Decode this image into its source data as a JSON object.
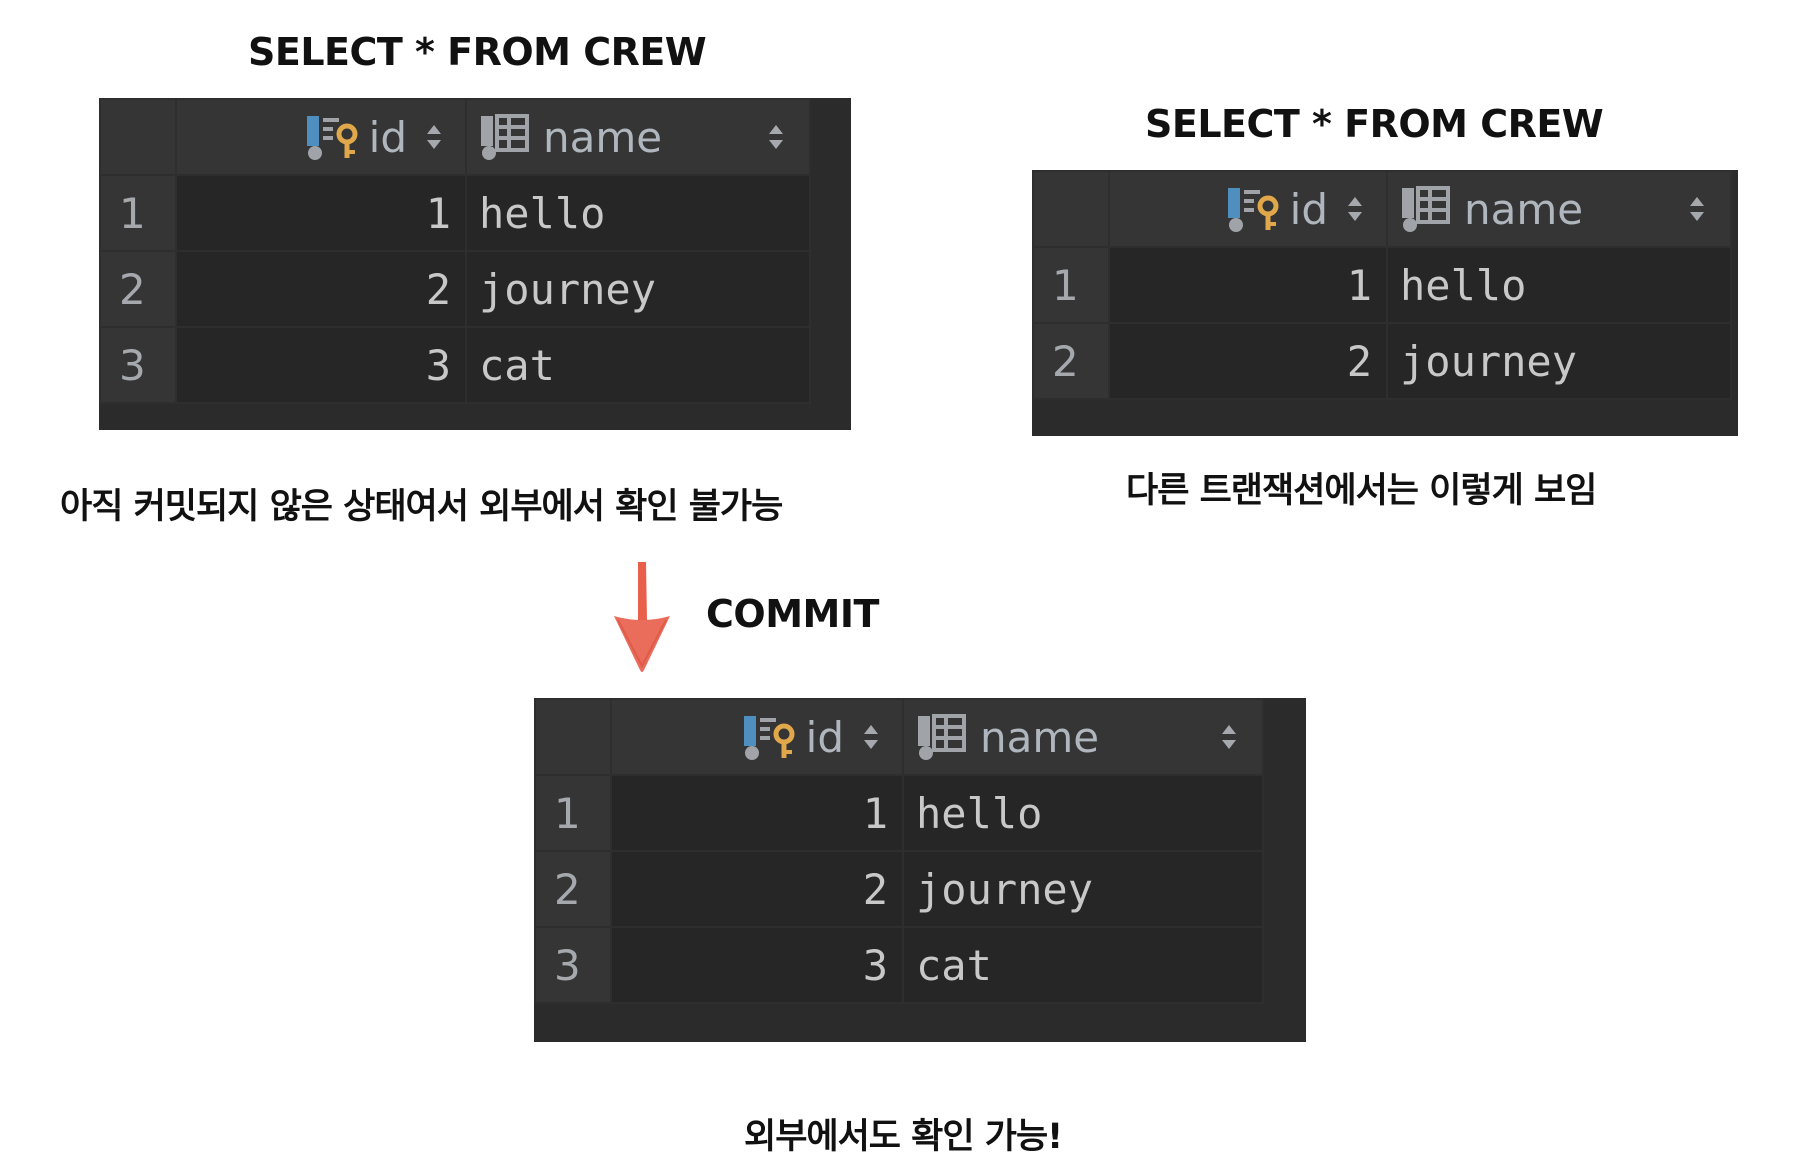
{
  "colors": {
    "grid_bg": "#2b2b2b",
    "header_bg": "#353535",
    "cell_bg": "#262626",
    "text": "#c8c8c8",
    "arrow": "#e8604c",
    "key_icon": "#e0a84a",
    "column_icon_accent": "#4f8fc0"
  },
  "columns": {
    "id": "id",
    "name": "name",
    "icons": [
      "primary-key-column-icon",
      "column-icon",
      "sort-toggle-icon"
    ]
  },
  "panel_before": {
    "query": "SELECT * FROM CREW",
    "rows": [
      {
        "num": "1",
        "id": "1",
        "name": "hello"
      },
      {
        "num": "2",
        "id": "2",
        "name": "journey"
      },
      {
        "num": "3",
        "id": "3",
        "name": "cat"
      }
    ],
    "note": "아직 커밋되지 않은 상태여서 외부에서 확인 불가능"
  },
  "panel_other": {
    "query": "SELECT * FROM CREW",
    "rows": [
      {
        "num": "1",
        "id": "1",
        "name": "hello"
      },
      {
        "num": "2",
        "id": "2",
        "name": "journey"
      }
    ],
    "note": "다른 트랜잭션에서는 이렇게 보임"
  },
  "commit_label": "COMMIT",
  "panel_after": {
    "rows": [
      {
        "num": "1",
        "id": "1",
        "name": "hello"
      },
      {
        "num": "2",
        "id": "2",
        "name": "journey"
      },
      {
        "num": "3",
        "id": "3",
        "name": "cat"
      }
    ],
    "note": "외부에서도 확인 가능!"
  }
}
